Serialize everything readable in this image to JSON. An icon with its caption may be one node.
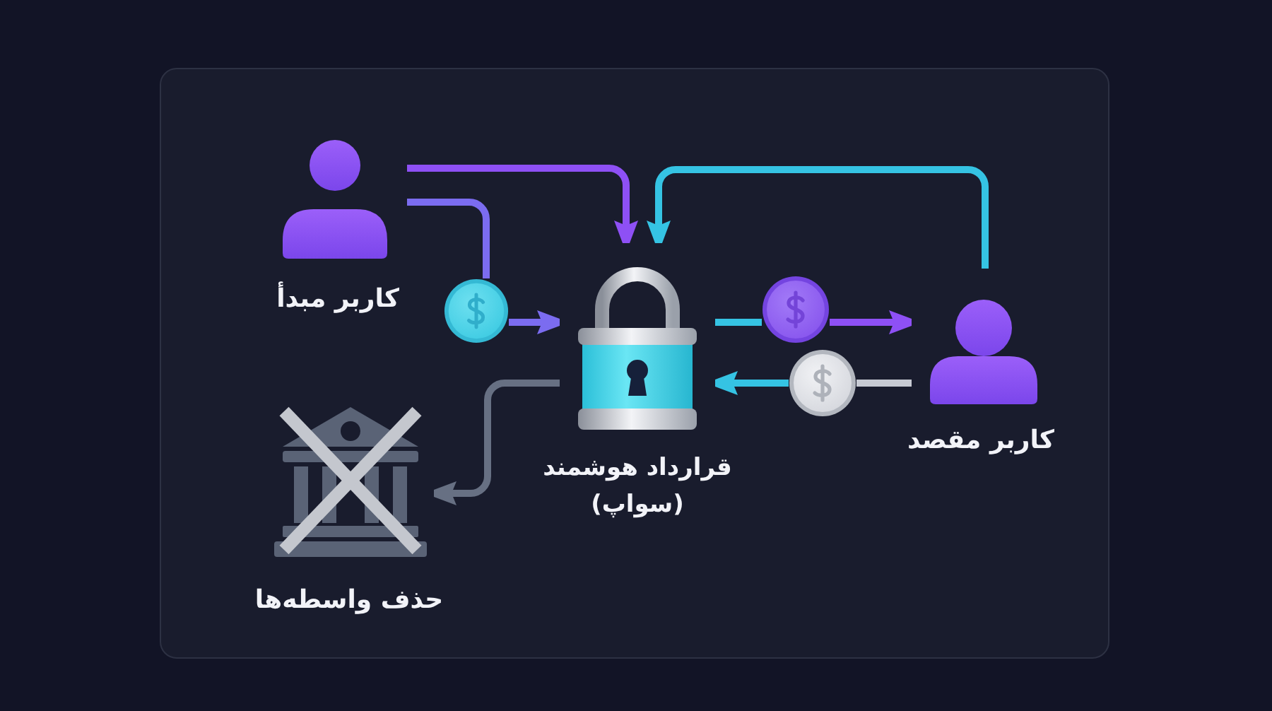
{
  "diagram": {
    "nodes": [
      {
        "text": [
          "کاربر مبدأ"
        ]
      },
      {
        "text": [
          "قرارداد هوشمند (سواپ)"
        ]
      },
      {
        "text": [
          "کاربر مقصد"
        ]
      },
      {
        "text": [
          "حذف واسطه‌ها"
        ]
      },
      {
        "text": [],
        "shape": "circle"
      },
      {
        "text": [],
        "shape": "circle"
      },
      {
        "text": [],
        "shape": "circle"
      }
    ],
    "edges": [
      {
        "from": 0,
        "to": 1,
        "arrow": "to",
        "color": "#8e50f5"
      },
      {
        "from": 0,
        "to": 4,
        "arrow": "none",
        "color": "#7b6cf0"
      },
      {
        "from": 4,
        "to": 1,
        "arrow": "to",
        "color": "#7b6cf0"
      },
      {
        "from": 2,
        "to": 1,
        "arrow": "to"
      },
      {
        "from": 1,
        "to": 5,
        "arrow": "none"
      },
      {
        "from": 5,
        "to": 2,
        "arrow": "to",
        "color": "#8e50f5"
      },
      {
        "from": 2,
        "to": 6,
        "arrow": "none",
        "color": "#c7cad3"
      },
      {
        "from": 6,
        "to": 1,
        "arrow": "to"
      },
      {
        "from": 1,
        "to": 3,
        "arrow": "to",
        "color": "#677083"
      }
    ]
  }
}
